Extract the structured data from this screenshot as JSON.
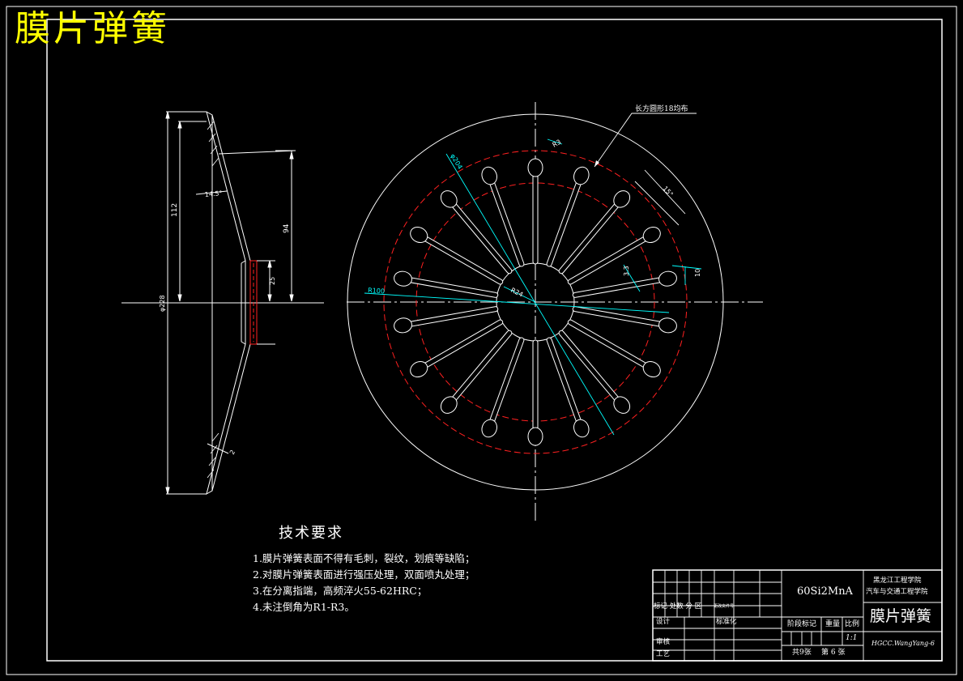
{
  "title": "膜片弹簧",
  "dimensions": {
    "side_height": "112",
    "side_inner_height": "94",
    "side_angle": "14.5°",
    "side_diameter": "φ228",
    "side_hub": "25",
    "side_thickness": "2",
    "front_r3": "R3",
    "front_dia": "φ204",
    "front_angle": "15°",
    "front_r24": "R24",
    "front_r100": "R100",
    "front_slot": "3.3",
    "front_width": "10"
  },
  "slot_note": "长方圆形18均布",
  "tech_requirements": {
    "heading": "技术要求",
    "items": [
      "1.膜片弹簧表面不得有毛刺，裂纹，划痕等缺陷；",
      "2.对膜片弹簧表面进行强压处理，双面喷丸处理；",
      "3.在分离指端，高频淬火55-62HRC；",
      "4.未注倒角为R1-R3。"
    ]
  },
  "title_block": {
    "material": "60Si2MnA",
    "school_line1": "黑龙江工程学院",
    "school_line2": "汽车与交通工程学院",
    "part_name": "膜片弹簧",
    "revision_header": "标记 处数 分 区",
    "revision_extra": "更改文件号",
    "design": "设计",
    "standardize": "标准化",
    "review": "审核",
    "process": "工艺",
    "stage_mark": "阶段标记",
    "weight": "重量",
    "scale": "比例",
    "scale_value": "1:1",
    "sheets_total": "共9张",
    "sheet_no": "第 6 张",
    "drawing_no": "HGCC.WangYang-6"
  },
  "colors": {
    "background": "#000000",
    "line": "#ffffff",
    "title": "#ffff00",
    "hidden": "#ff2020",
    "dimension": "#00ffff"
  }
}
